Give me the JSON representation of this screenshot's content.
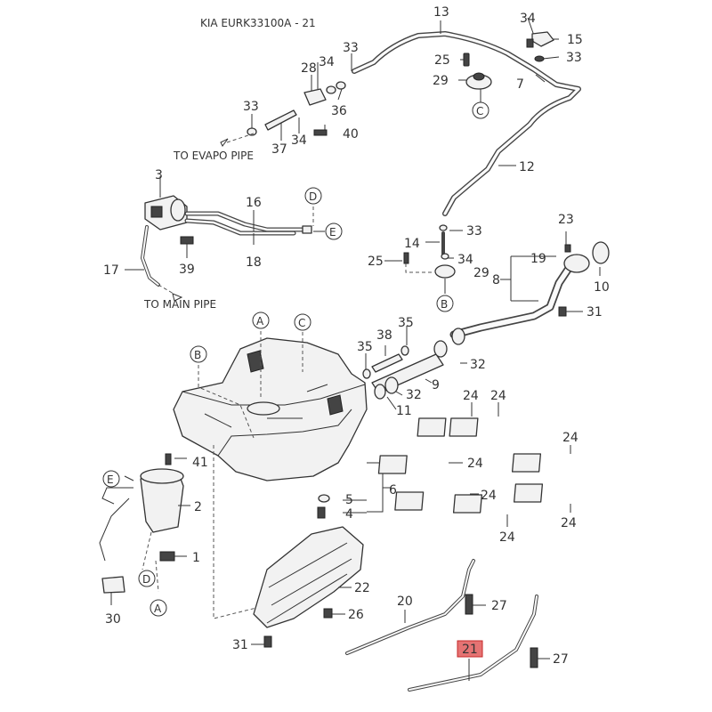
{
  "title": "KIA EURK33100A - 21",
  "highlighted_part": "21",
  "highlight_color": "#e57373",
  "notes": {
    "evapo": "TO EVAPO PIPE",
    "main": "TO MAIN PIPE"
  },
  "parts": {
    "p1": "1",
    "p2": "2",
    "p3": "3",
    "p4": "4",
    "p5": "5",
    "p6": "6",
    "p7": "7",
    "p8": "8",
    "p9": "9",
    "p10": "10",
    "p11": "11",
    "p12": "12",
    "p13": "13",
    "p14": "14",
    "p15": "15",
    "p16": "16",
    "p17": "17",
    "p18": "18",
    "p19": "19",
    "p20": "20",
    "p21": "21",
    "p22": "22",
    "p23": "23",
    "p24": "24",
    "p25": "25",
    "p26": "26",
    "p27": "27",
    "p28": "28",
    "p29": "29",
    "p30": "30",
    "p31": "31",
    "p32": "32",
    "p33": "33",
    "p34": "34",
    "p35": "35",
    "p36": "36",
    "p37": "37",
    "p38": "38",
    "p39": "39",
    "p40": "40",
    "p41": "41"
  },
  "refs": {
    "A": "A",
    "B": "B",
    "C": "C",
    "D": "D",
    "E": "E"
  }
}
